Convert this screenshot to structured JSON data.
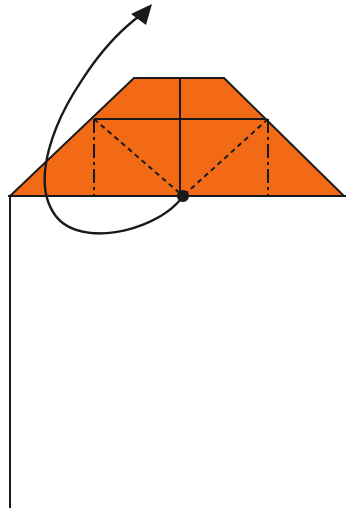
{
  "diagram": {
    "kind": "origami-fold-step",
    "colors": {
      "paper": "#F26A16",
      "line": "#1a1a1a",
      "background": "#ffffff"
    },
    "lines": {
      "mountain_fold": "dash-dot",
      "valley_fold": "dashed",
      "edges": "solid"
    },
    "arrow": {
      "meaning": "fold-and-turn",
      "icon": "curved-arrow-icon"
    },
    "pivot": {
      "icon": "pivot-dot-icon"
    }
  }
}
